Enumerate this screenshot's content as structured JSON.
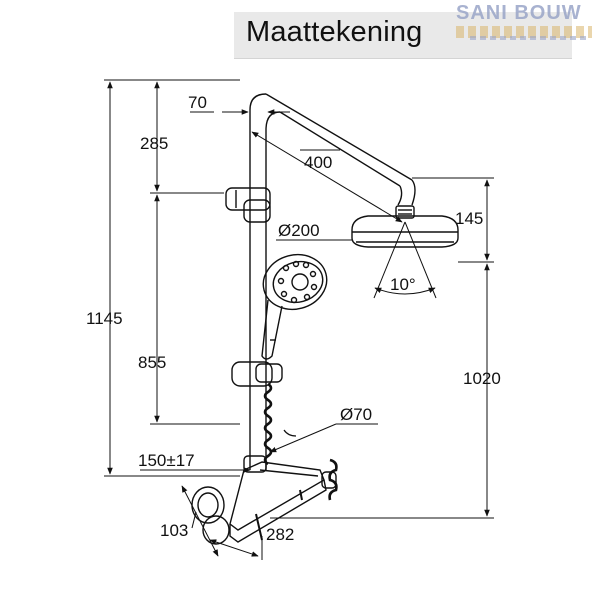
{
  "title": "Maattekening",
  "logo": "SANI BOUW",
  "dimensions": {
    "d70_top": "70",
    "d285": "285",
    "d400": "400",
    "d145": "145",
    "d_head": "Ø200",
    "angle": "10°",
    "d1145": "1145",
    "d855": "855",
    "d1020": "1020",
    "d_valve": "Ø70",
    "d150": "150±17",
    "d103": "103",
    "d282": "282"
  },
  "colors": {
    "line": "#111111",
    "panel": "#e9e9e9",
    "logo": "#9aa5c8"
  }
}
